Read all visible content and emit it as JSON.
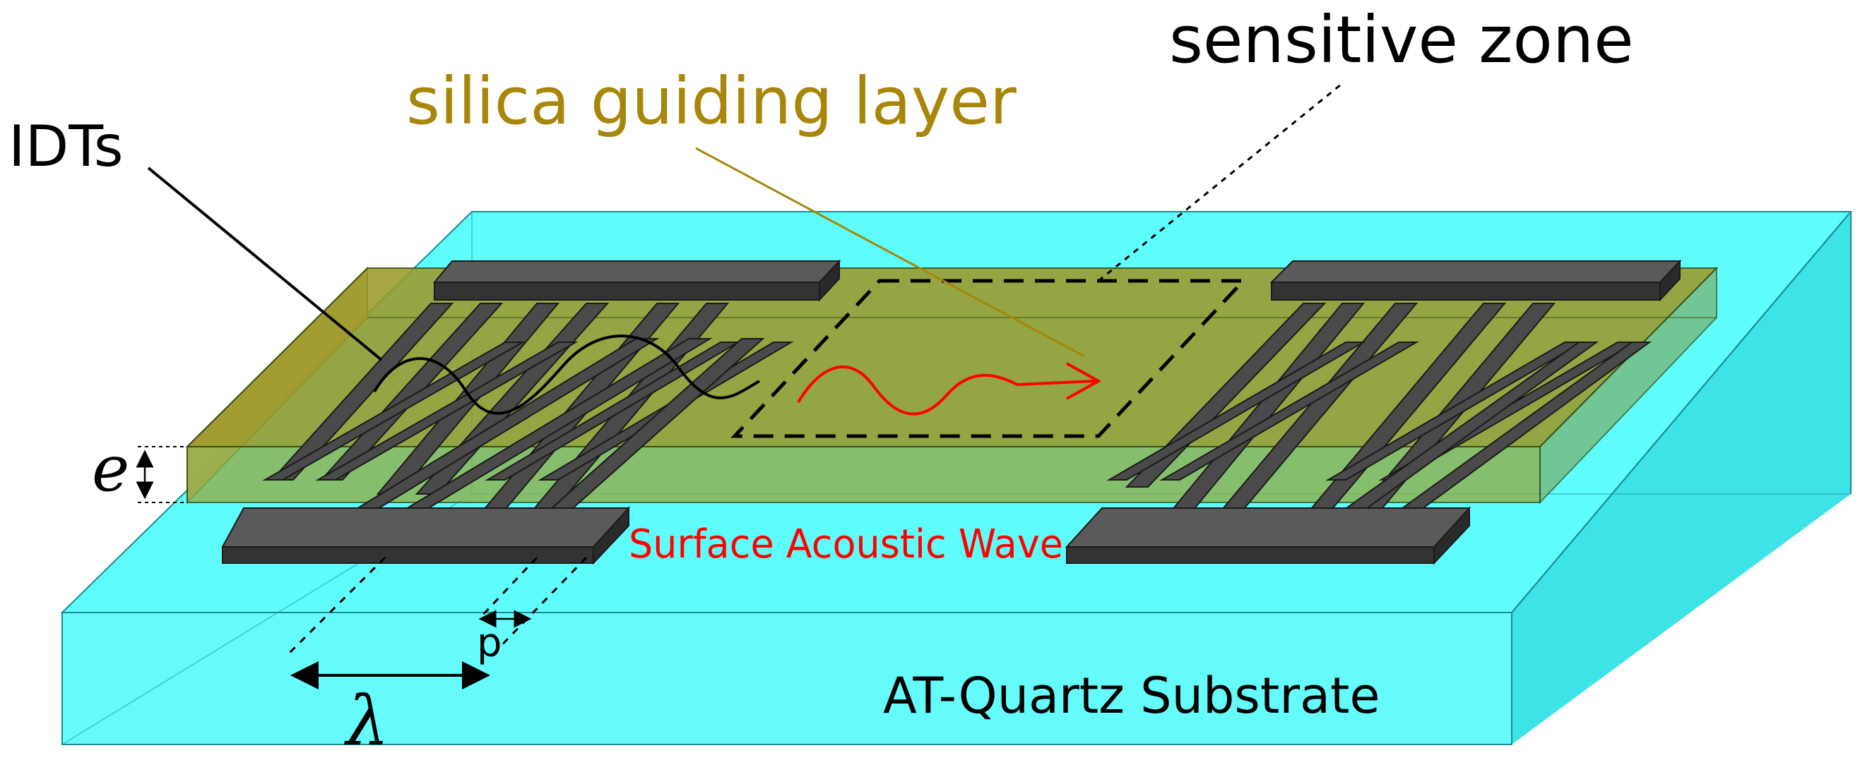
{
  "labels": {
    "sensitive_zone": "sensitive zone",
    "silica_layer": "silica guiding layer",
    "idts": "IDTs",
    "saw": "Surface Acoustic Wave",
    "substrate": "AT-Quartz Substrate",
    "thickness": "e",
    "period": "p",
    "wavelength": "λ"
  },
  "colors": {
    "substrate_fill": "#5ffcfc",
    "substrate_dark": "#3ee3e8",
    "substrate_edge": "#1a8c96",
    "layer_fill": "#9c9a2a",
    "layer_side": "#c9a84a",
    "layer_edge": "#3a4a10",
    "electrode_top": "#4a4a4a",
    "electrode_side": "#2a2a2a",
    "silica_text": "#a8860a",
    "saw_text": "#ff0000",
    "black": "#000000"
  },
  "icons": {
    "input_wave": "black-sine-wave-icon",
    "propagating_wave": "red-wave-arrow-icon"
  }
}
